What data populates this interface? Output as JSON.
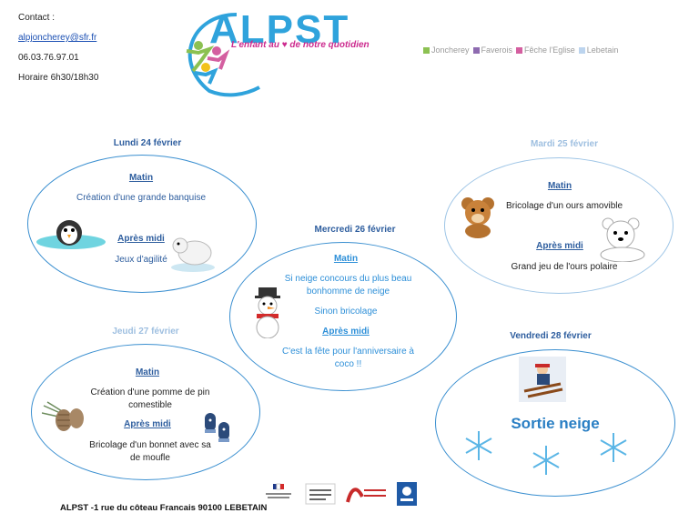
{
  "contact": {
    "heading": "Contact :",
    "email": "alpjoncherey@sfr.fr",
    "phone": "06.03.76.97.01",
    "hours": "Horaire 6h30/18h30"
  },
  "logo": {
    "name": "ALPST",
    "tagline": "L'enfant au ♥ de notre quotidien"
  },
  "sites": [
    {
      "label": "Joncherey",
      "color": "#8cc152"
    },
    {
      "label": "Faverois",
      "color": "#8e6bb0"
    },
    {
      "label": "Fêche l'Eglise",
      "color": "#d45fa0"
    },
    {
      "label": "Lebetain",
      "color": "#bcd4ee"
    }
  ],
  "days": {
    "monday": {
      "title": "Lundi 24 février",
      "morning_label": "Matin",
      "morning": "Création d'une grande banquise",
      "afternoon_label": "Après midi",
      "afternoon": "Jeux d'agilité"
    },
    "tuesday": {
      "title": "Mardi 25 février",
      "morning_label": "Matin",
      "morning": "Bricolage d'un ours amovible",
      "afternoon_label": "Après midi",
      "afternoon": "Grand jeu de l'ours polaire"
    },
    "wednesday": {
      "title": "Mercredi 26 février",
      "morning_label": "Matin",
      "morning_line1": "Si neige concours du plus beau",
      "morning_line2": "bonhomme de neige",
      "morning_alt": "Sinon bricolage",
      "afternoon_label": "Après midi",
      "afternoon_line1": "C'est la fête pour l'anniversaire à",
      "afternoon_line2": "coco !!"
    },
    "thursday": {
      "title": "Jeudi 27 février",
      "morning_label": "Matin",
      "morning_line1": "Création d'une pomme de pin",
      "morning_line2": "comestible",
      "afternoon_label": "Après midi",
      "afternoon_line1": "Bricolage d'un bonnet avec sa",
      "afternoon_line2": "de moufle"
    },
    "friday": {
      "title": "Vendredi 28 février",
      "activity": "Sortie neige"
    }
  },
  "footer": {
    "address": "ALPST -1 rue du côteau Francais 90100 LEBETAIN"
  }
}
